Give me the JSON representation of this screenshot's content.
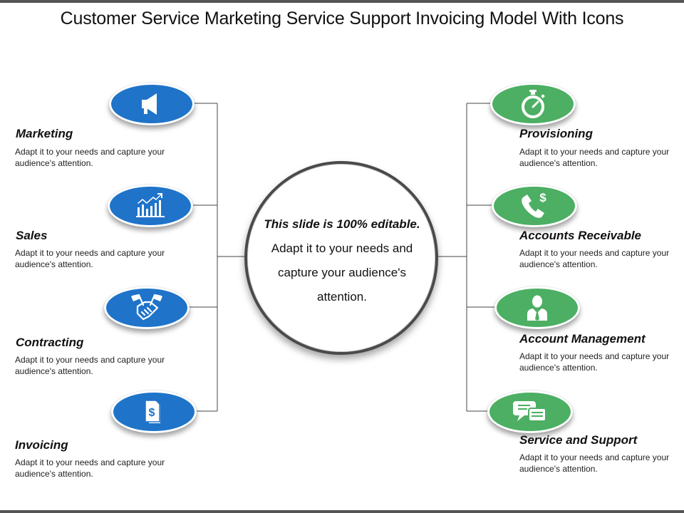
{
  "title": "Customer Service Marketing Service Support Invoicing Model With Icons",
  "center": {
    "bold_text": "This slide is 100% editable.",
    "text": " Adapt it to your needs and capture your audience's attention."
  },
  "left_items": [
    {
      "title": "Marketing",
      "desc": "Adapt it to your needs and capture your audience's  attention.",
      "icon": "megaphone-icon"
    },
    {
      "title": "Sales",
      "desc": "Adapt it to your needs and capture your audience's  attention.",
      "icon": "growth-chart-icon"
    },
    {
      "title": "Contracting",
      "desc": "Adapt it to your needs and capture your audience's  attention.",
      "icon": "handshake-icon"
    },
    {
      "title": "Invoicing",
      "desc": "Adapt it to your needs and capture your audience's  attention.",
      "icon": "invoice-icon"
    }
  ],
  "right_items": [
    {
      "title": "Provisioning",
      "desc": "Adapt it to your needs and capture your audience's  attention.",
      "icon": "stopwatch-icon"
    },
    {
      "title": "Accounts Receivable",
      "desc": "Adapt it to your needs and capture your audience's  attention.",
      "icon": "phone-dollar-icon"
    },
    {
      "title": "Account Management",
      "desc": "Adapt it to your needs and capture your audience's  attention.",
      "icon": "business-person-icon"
    },
    {
      "title": "Service and Support",
      "desc": "Adapt it to your needs and capture your audience's  attention.",
      "icon": "chat-bubbles-icon"
    }
  ],
  "colors": {
    "left": "#1f74c9",
    "right": "#4caf63",
    "border": "#4a4a4a"
  }
}
